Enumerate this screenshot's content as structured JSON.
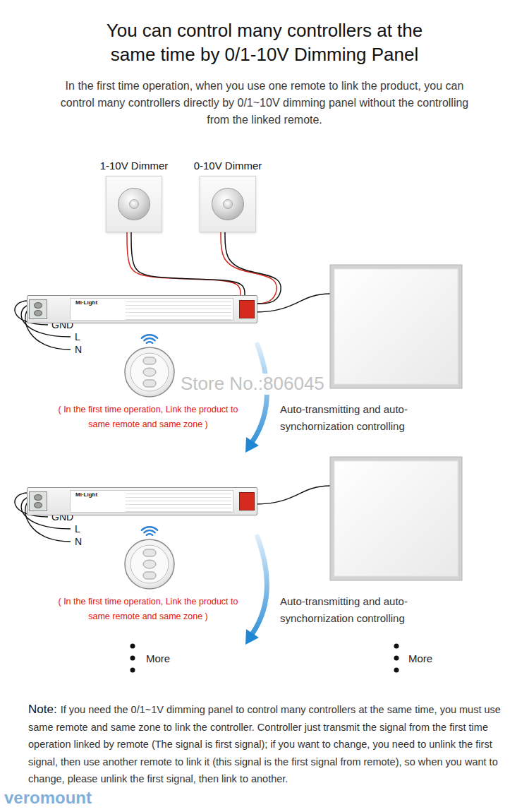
{
  "diagram": {
    "title": "You can control many controllers at the same time by 0/1-10V Dimming Panel",
    "nodes": [
      {
        "text": [
          "1-10V Dimmer"
        ]
      },
      {
        "text": [
          "0-10V Dimmer"
        ]
      },
      {
        "text": [
          "Mi·Light"
        ]
      },
      {
        "text": [
          "Mi·Light"
        ]
      }
    ],
    "edges": [
      {
        "from": 0,
        "to": 2,
        "arrow": "none"
      },
      {
        "from": 1,
        "to": 2,
        "arrow": "none"
      }
    ],
    "labels": [
      "In the first time operation, when you use one remote to link the product, you can control many controllers directly by 0/1~10V dimming panel without the controlling from the linked remote.",
      "GND",
      "L",
      "N",
      "( In the first time operation, Link the product to same remote and same zone )",
      "Store No.:806045",
      "Auto-transmitting and auto-synchornization controlling",
      "GND",
      "L",
      "N",
      "( In the first time operation, Link the product to same remote and same zone )",
      "Auto-transmitting and auto-synchornization controlling",
      "More",
      "More",
      "Note:",
      "If you need the 0/1~1V dimming panel to control many controllers at the same time, you must use same remote and same zone to link the controller. Controller just transmit the signal from the first time operation linked by remote (The signal is first signal); if you want to change, you need to unlink the first signal, then use another remote to link it (this signal is the first signal from remote), so when you want to change, please unlink the first signal, then link to another.",
      "veromount"
    ]
  }
}
